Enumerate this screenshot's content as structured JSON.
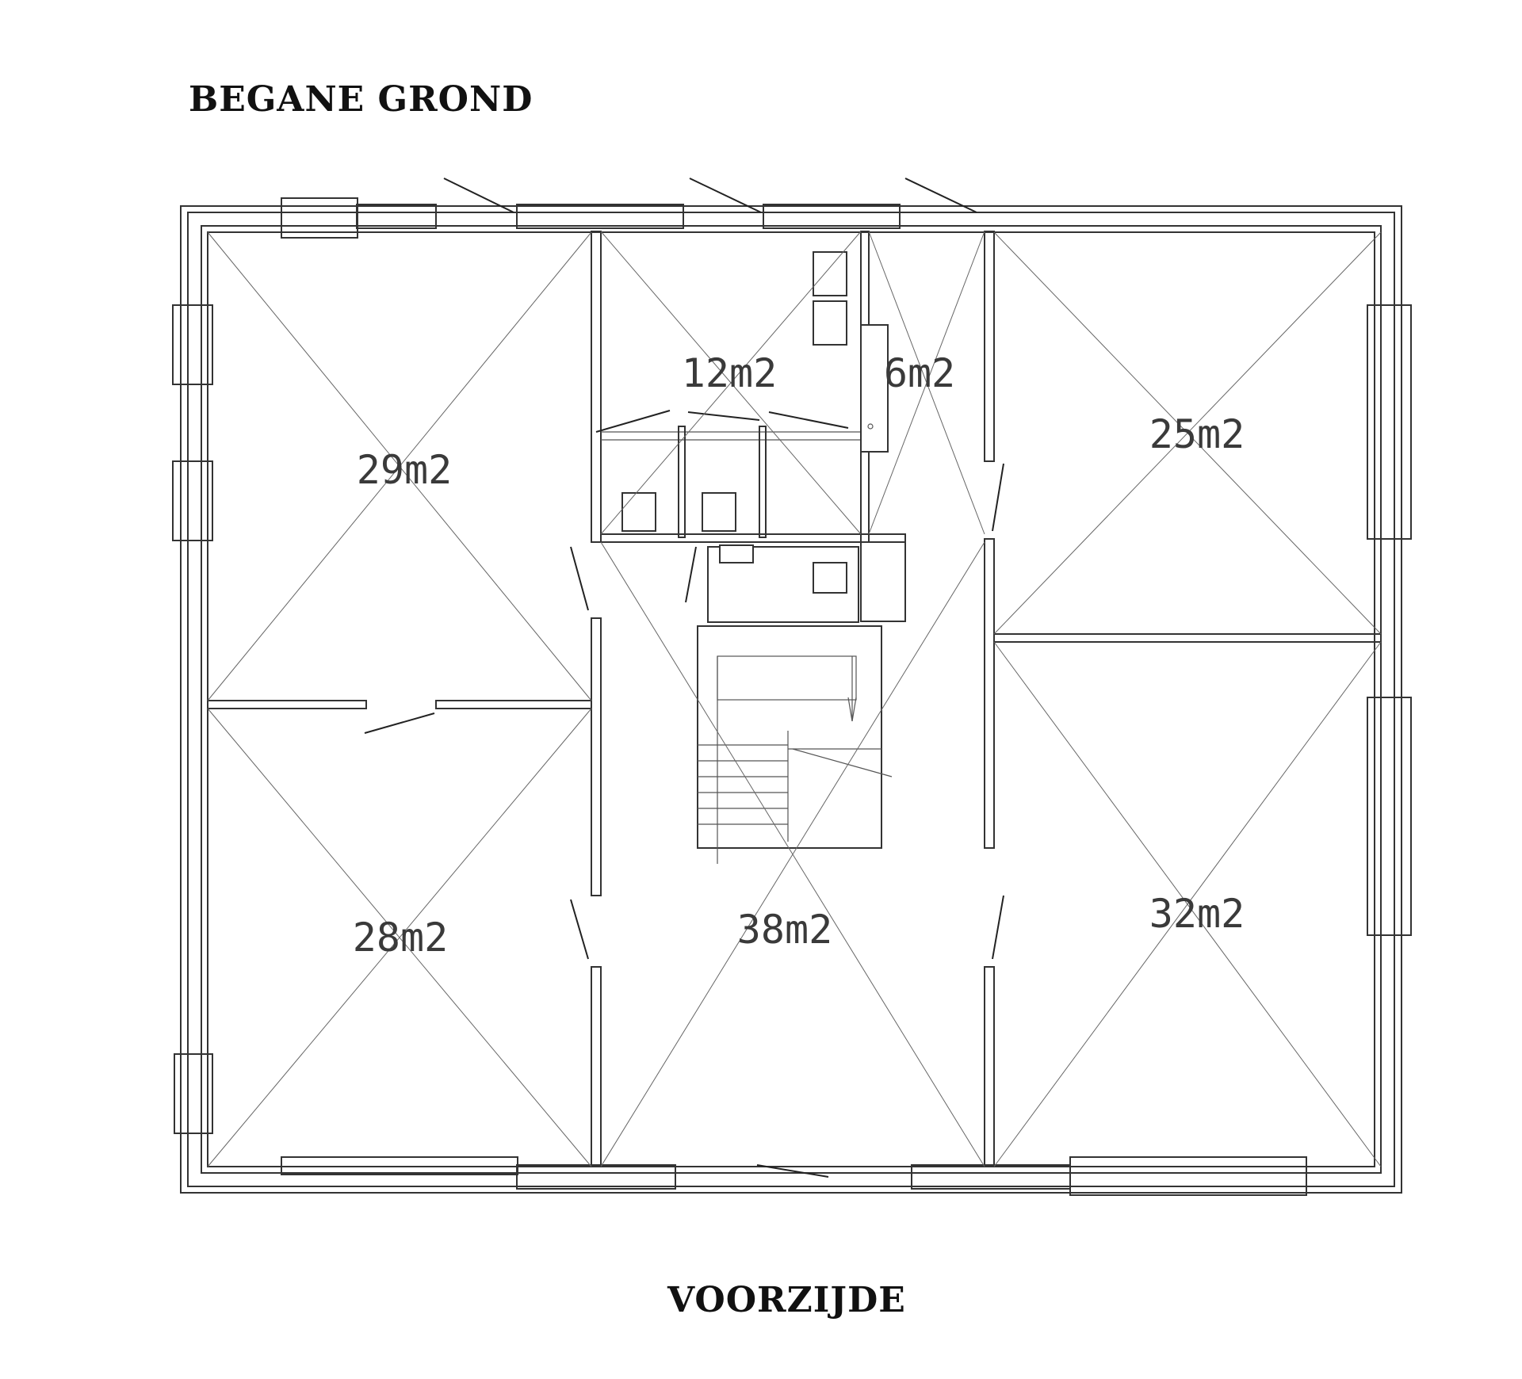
{
  "plan": {
    "title": "BEGANE GROND",
    "front_label": "VOORZIJDE"
  },
  "rooms": [
    {
      "id": "room-29",
      "area": "29m2"
    },
    {
      "id": "room-28",
      "area": "28m2"
    },
    {
      "id": "room-12",
      "area": "12m2"
    },
    {
      "id": "room-6",
      "area": "6m2"
    },
    {
      "id": "room-38",
      "area": "38m2"
    },
    {
      "id": "room-25",
      "area": "25m2"
    },
    {
      "id": "room-32",
      "area": "32m2"
    }
  ],
  "colors": {
    "line": "#333333",
    "diagonal": "#666666",
    "background": "#ffffff"
  }
}
